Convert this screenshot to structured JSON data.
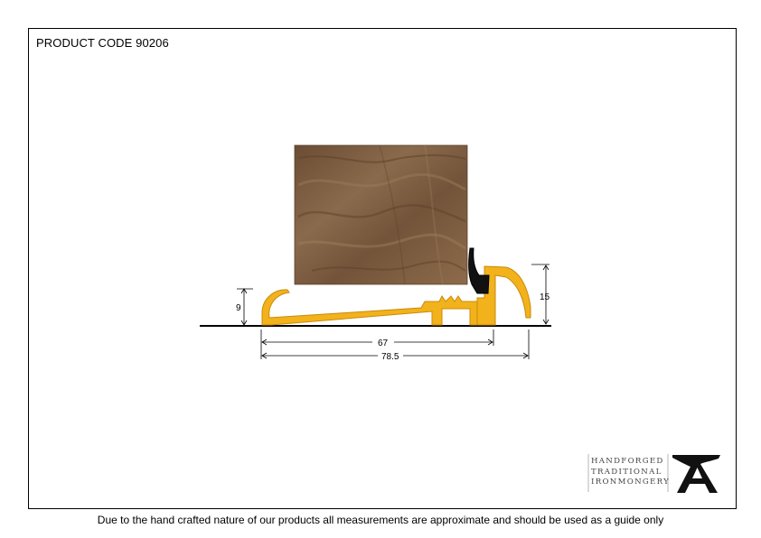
{
  "product_code": "PRODUCT CODE 90206",
  "dimensions": {
    "threshold_height": "9",
    "weatherbar_height": "15",
    "inner_width": "67",
    "overall_width": "78.5"
  },
  "logo": {
    "line1": "HANDFORGED",
    "line2": "TRADITIONAL",
    "line3": "IRONMONGERY",
    "mark": "anvil-A-icon"
  },
  "footer_note": "Due to the hand crafted nature of our products all measurements are approximate and should be used as a guide only",
  "colors": {
    "brass": "#f2b21b",
    "brass_outline": "#c98a0a",
    "wood": "#7a5a40",
    "seal": "#111111",
    "logo_grey": "#555555"
  }
}
